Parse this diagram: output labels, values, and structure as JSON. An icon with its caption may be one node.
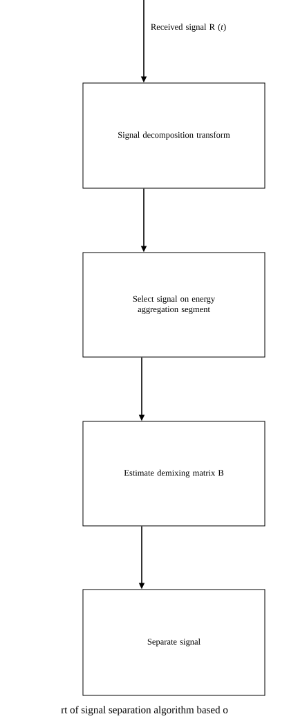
{
  "diagram": {
    "caption": "rt of signal separation algorithm based o",
    "nodes": [
      {
        "text": [
          "Signal decomposition transform"
        ]
      },
      {
        "text": [
          "Select signal on energy aggregation segment"
        ]
      },
      {
        "text": [
          "Estimate demixing matrix B"
        ]
      },
      {
        "text": [
          "Separate signal"
        ]
      }
    ],
    "edges": [
      {
        "from": null,
        "to": 0,
        "arrow": "to",
        "label": "Received signal R (*t*)"
      },
      {
        "from": 0,
        "to": 1,
        "arrow": "to"
      },
      {
        "from": 1,
        "to": 2,
        "arrow": "to"
      },
      {
        "from": 2,
        "to": 3,
        "arrow": "to"
      }
    ]
  }
}
